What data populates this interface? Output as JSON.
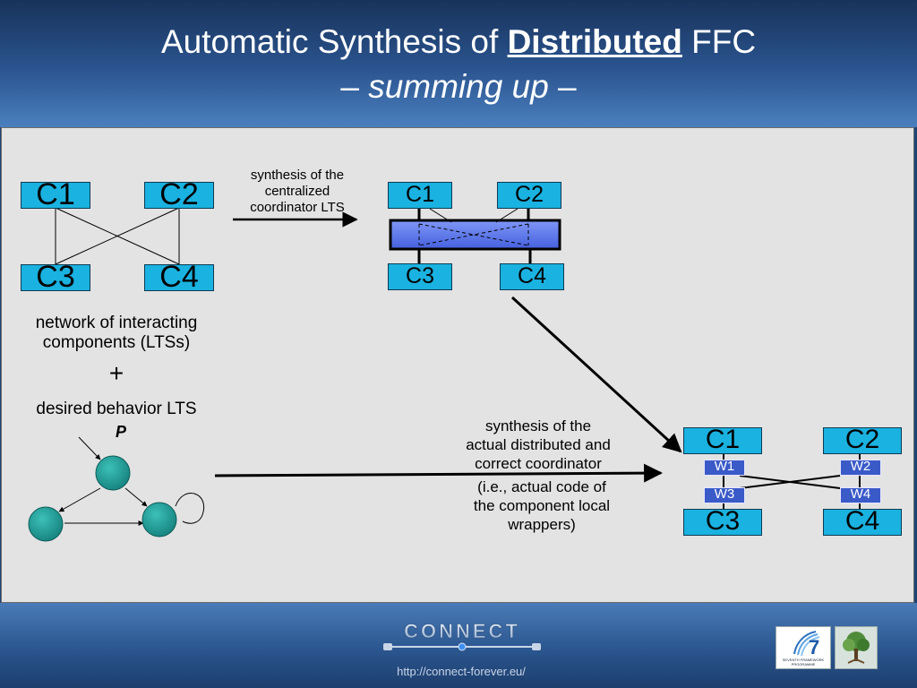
{
  "header": {
    "title_prefix": "Automatic Synthesis of",
    "title_emph": "Distributed",
    "title_suffix": "FFC",
    "subtitle_dash_left": "–",
    "subtitle": "summing up",
    "subtitle_dash_right": "–"
  },
  "network": {
    "components": [
      "C1",
      "C2",
      "C3",
      "C4"
    ],
    "caption_line1": "network of interacting",
    "caption_line2": "components (LTSs)",
    "plus": "+",
    "desired_behavior": "desired behavior LTS",
    "lts_name": "P"
  },
  "centralized": {
    "arrow_label_line1": "synthesis of the",
    "arrow_label_line2": "centralized",
    "arrow_label_line3": "coordinator LTS",
    "components": [
      "C1",
      "C2",
      "C3",
      "C4"
    ]
  },
  "distributed": {
    "label_line1": "synthesis of the",
    "label_line2": "actual distributed and",
    "label_line3": "correct coordinator",
    "note_line1": "(i.e., actual code of",
    "note_line2": "the component local",
    "note_line3": "wrappers)",
    "components": [
      "C1",
      "C2",
      "C3",
      "C4"
    ],
    "wrappers": [
      "W1",
      "W2",
      "W3",
      "W4"
    ]
  },
  "footer": {
    "logo_text": "CONNECT",
    "url": "http://connect-forever.eu/",
    "fp7_text": "SEVENTH FRAMEWORK PROGRAMME"
  },
  "colors": {
    "component_fill": "#1ab2e0",
    "coordinator_fill": "#5a78ea",
    "wrapper_fill": "#3a5ac8",
    "lts_state_fill": "#1e9b96"
  }
}
